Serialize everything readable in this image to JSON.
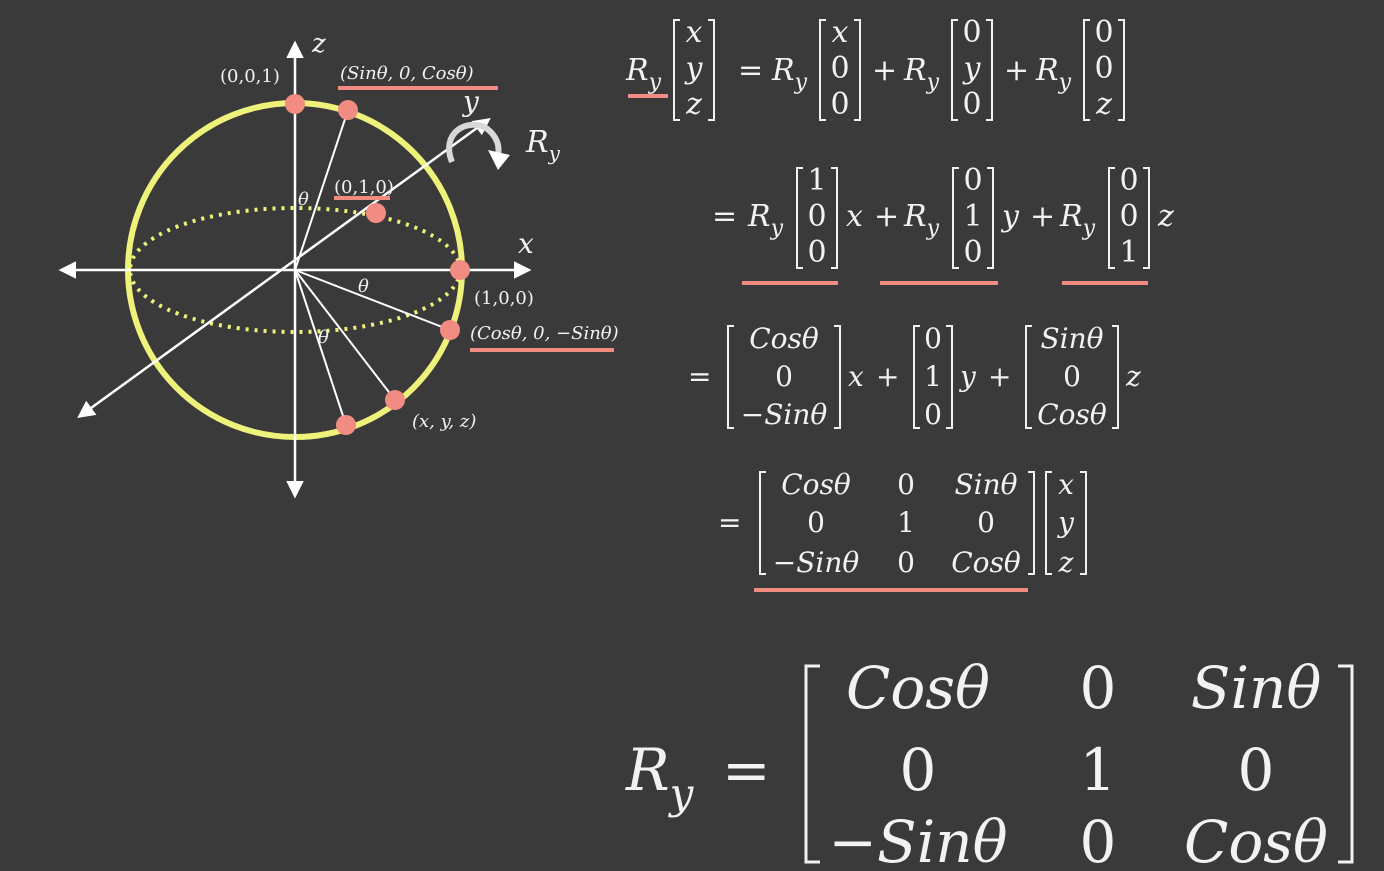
{
  "colors": {
    "background": "#3a3a3a",
    "sphere": "#eef27a",
    "point": "#f28b82",
    "underline": "#f28b82",
    "text": "#f2f2f2"
  },
  "diagram": {
    "axis_z": "z",
    "axis_x": "x",
    "axis_y": "y",
    "rotation_label": "R",
    "rotation_sub": "y",
    "theta": "θ",
    "pt_001": "(0,0,1)",
    "pt_sin0cos": "(Sinθ, 0, Cosθ)",
    "pt_010": "(0,1,0)",
    "pt_100": "(1,0,0)",
    "pt_cos0sin": "(Cosθ, 0, −Sinθ)",
    "pt_xyz": "(x, y, z)"
  },
  "equations": {
    "R": "R",
    "sub": "y",
    "eq": "=",
    "plus": "+",
    "x": "x",
    "y": "y",
    "z": "z",
    "zero": "0",
    "one": "1",
    "cos": "Cosθ",
    "sin": "Sinθ",
    "msin": "−Sinθ"
  },
  "result": {
    "R": "R",
    "sub": "y",
    "eq": "=",
    "m00": "Cosθ",
    "m01": "0",
    "m02": "Sinθ",
    "m10": "0",
    "m11": "1",
    "m12": "0",
    "m20": "−Sinθ",
    "m21": "0",
    "m22": "Cosθ"
  }
}
